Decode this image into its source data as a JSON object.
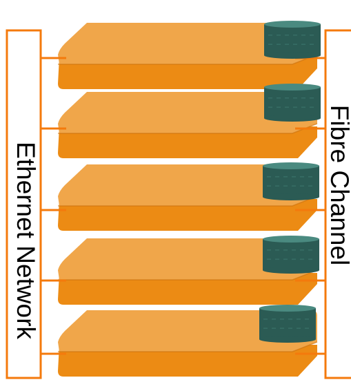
{
  "labels": {
    "left": "Ethernet Network",
    "right": "Fibre Channel"
  },
  "colors": {
    "frame_orange": "#f47a0c",
    "server_top": "#f0a64a",
    "server_body": "#ec8b14",
    "server_edge": "#c9700c",
    "disk_dark": "#2b5b54",
    "disk_light": "#4a8a80"
  },
  "components": {
    "server_count": 5,
    "storage_count": 5
  }
}
